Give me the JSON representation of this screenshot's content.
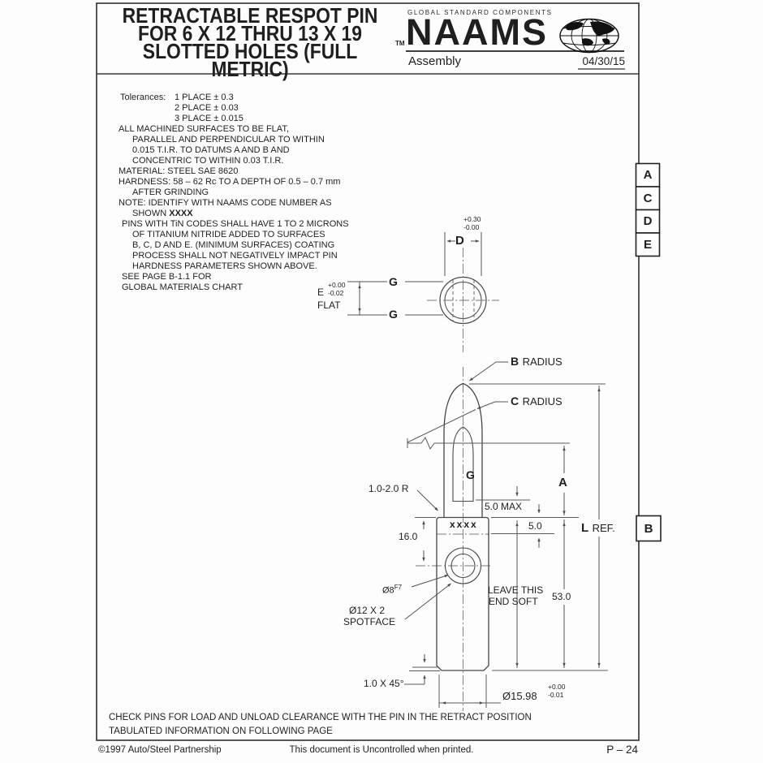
{
  "header": {
    "title_line1": "RETRACTABLE RESPOT PIN",
    "title_line2": "FOR 6 X 12 THRU 13 X 19",
    "title_line3": "SLOTTED HOLES (FULL METRIC)",
    "trademark": "TM",
    "tagline": "GLOBAL STANDARD COMPONENTS",
    "brand": "NAAMS",
    "brand_subtitle": "Assembly",
    "date": "04/30/15"
  },
  "notes": {
    "tolerances_label": "Tolerances:",
    "tol1": "1 PLACE ± 0.3",
    "tol2": "2 PLACE ± 0.03",
    "tol3": "3 PLACE ± 0.015",
    "lines_a": [
      "ALL MACHINED SURFACES TO BE FLAT,",
      "PARALLEL AND PERPENDICULAR TO WITHIN",
      "0.015 T.I.R. TO DATUMS A AND B AND",
      "CONCENTRIC TO WITHIN 0.03 T.I.R.",
      "MATERIAL: STEEL SAE 8620",
      "HARDNESS: 58 – 62 Rc TO A DEPTH OF 0.5 – 0.7 mm",
      "AFTER GRINDING",
      "NOTE: IDENTIFY WITH NAAMS CODE NUMBER AS"
    ],
    "shown_prefix": "SHOWN",
    "shown_code": "XXXX",
    "lines_b": [
      "PINS WITH TiN CODES SHALL HAVE 1 TO 2 MICRONS",
      "OF TITANIUM NITRIDE ADDED TO SURFACES",
      "B, C, D AND E. (MINIMUM SURFACES) COATING",
      "PROCESS SHALL NOT NEGATIVELY IMPACT PIN",
      "HARDNESS PARAMETERS SHOWN ABOVE.",
      "SEE PAGE B-1.1 FOR",
      "GLOBAL MATERIALS CHART"
    ]
  },
  "datums": {
    "a": "A",
    "c": "C",
    "d": "D",
    "e": "E",
    "b": "B"
  },
  "dims": {
    "d": "D",
    "d_plus": "+0.30",
    "d_minus": "-0.00",
    "e": "E",
    "e_plus": "+0.00",
    "e_minus": "-0.02",
    "flat": "FLAT",
    "g_upper": "G",
    "g_lower": "G",
    "b_rad": "B",
    "radius": "RADIUS",
    "c_rad": "C",
    "g_slot": "G",
    "nose_radius": "1.0-2.0 R",
    "max5": "5.0 MAX",
    "five": "5.0",
    "a": "A",
    "l": "L",
    "ref": "REF.",
    "code": "xxxx",
    "sixteen": "16.0",
    "dia8": "Ø8",
    "dia8_fit": "F7",
    "spotface1": "Ø12 X 2",
    "spotface2": "SPOTFACE",
    "soft1": "LEAVE THIS",
    "soft2": "END SOFT",
    "fifty3": "53.0",
    "chamfer": "1.0 X 45°",
    "dia_pin": "Ø15.98",
    "pin_plus": "+0.00",
    "pin_minus": "-0.01"
  },
  "footer": {
    "note1": "CHECK PINS FOR LOAD AND UNLOAD CLEARANCE WITH THE PIN IN THE RETRACT POSITION",
    "note2": "TABULATED INFORMATION ON FOLLOWING PAGE",
    "copyright": "©1997 Auto/Steel Partnership",
    "uncontrolled": "This document is Uncontrolled when printed.",
    "page": "P – 24"
  }
}
